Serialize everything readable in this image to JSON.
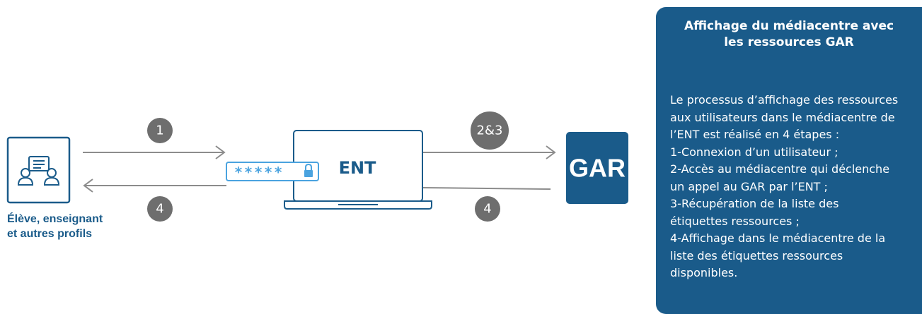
{
  "diagram": {
    "user_label_lines": [
      "Élève, enseignant",
      "et autres profils"
    ],
    "step1": "1",
    "step23": "2&3",
    "step4_left": "4",
    "step4_right": "4",
    "ent_label": "ENT",
    "password_mask": "*****",
    "gar_label": "GAR",
    "colors": {
      "brand": "#1a5b8a",
      "light_blue": "#4aa3df",
      "arrow_gray": "#8c8c8c",
      "step_gray": "#6e6e6e"
    },
    "icons": [
      "users-document-icon",
      "lock-icon",
      "laptop-icon"
    ]
  },
  "panel": {
    "title_lines": [
      "Affichage du médiacentre avec",
      "les ressources GAR"
    ],
    "body_lines": [
      "Le processus d’affichage des ressources",
      "aux utilisateurs dans le médiacentre de",
      "l’ENT est réalisé en 4 étapes :",
      "1-Connexion d’un utilisateur ;",
      "2-Accès au médiacentre qui déclenche",
      "un appel au GAR par l’ENT ;",
      "3-Récupération de la liste des",
      "étiquettes ressources ;",
      "4-Affichage dans le médiacentre de la",
      "liste des étiquettes ressources",
      "disponibles."
    ]
  }
}
